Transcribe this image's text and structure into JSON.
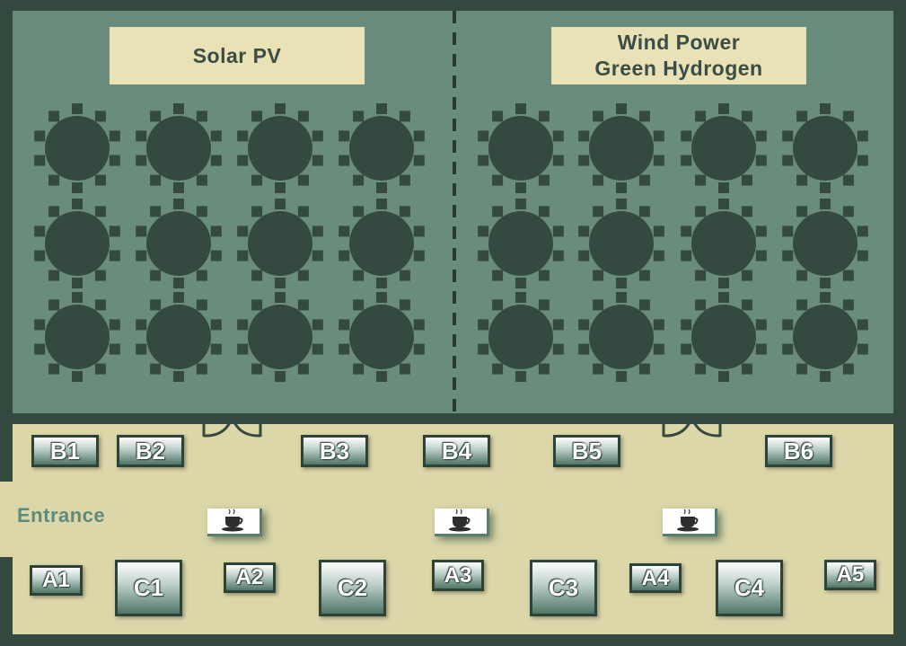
{
  "halls": {
    "left": {
      "label_lines": [
        "Solar PV"
      ]
    },
    "right": {
      "label_lines": [
        "Wind Power",
        "Green Hydrogen"
      ]
    }
  },
  "table_grid": {
    "rows": 3,
    "columns_per_hall": 4
  },
  "entrance_label": "Entrance",
  "booths": {
    "b_row": [
      "B1",
      "B2",
      "B3",
      "B4",
      "B5",
      "B6"
    ],
    "bottom_row": [
      "A1",
      "C1",
      "A2",
      "C2",
      "A3",
      "C3",
      "A4",
      "C4",
      "A5"
    ]
  },
  "coffee_stations": [
    "coffee-cup-icon",
    "coffee-cup-icon",
    "coffee-cup-icon"
  ],
  "colors": {
    "wall": "#34493f",
    "hall_floor": "#6a8c7c",
    "table": "#34493f",
    "foyer": "#dcd7a8",
    "label_bg": "#e8e2b6"
  }
}
